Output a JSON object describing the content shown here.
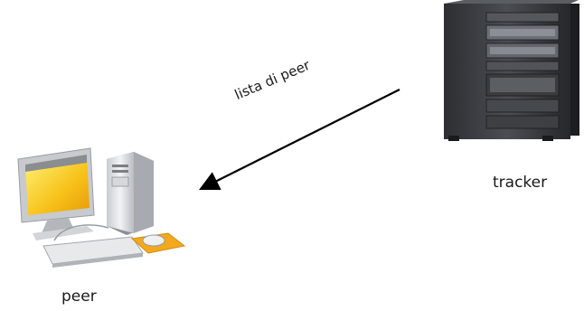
{
  "nodes": {
    "peer": {
      "label": "peer",
      "icon": "desktop-computer-icon"
    },
    "tracker": {
      "label": "tracker",
      "icon": "server-rack-icon"
    }
  },
  "edges": [
    {
      "from": "tracker",
      "to": "peer",
      "label": "lista di peer"
    }
  ]
}
